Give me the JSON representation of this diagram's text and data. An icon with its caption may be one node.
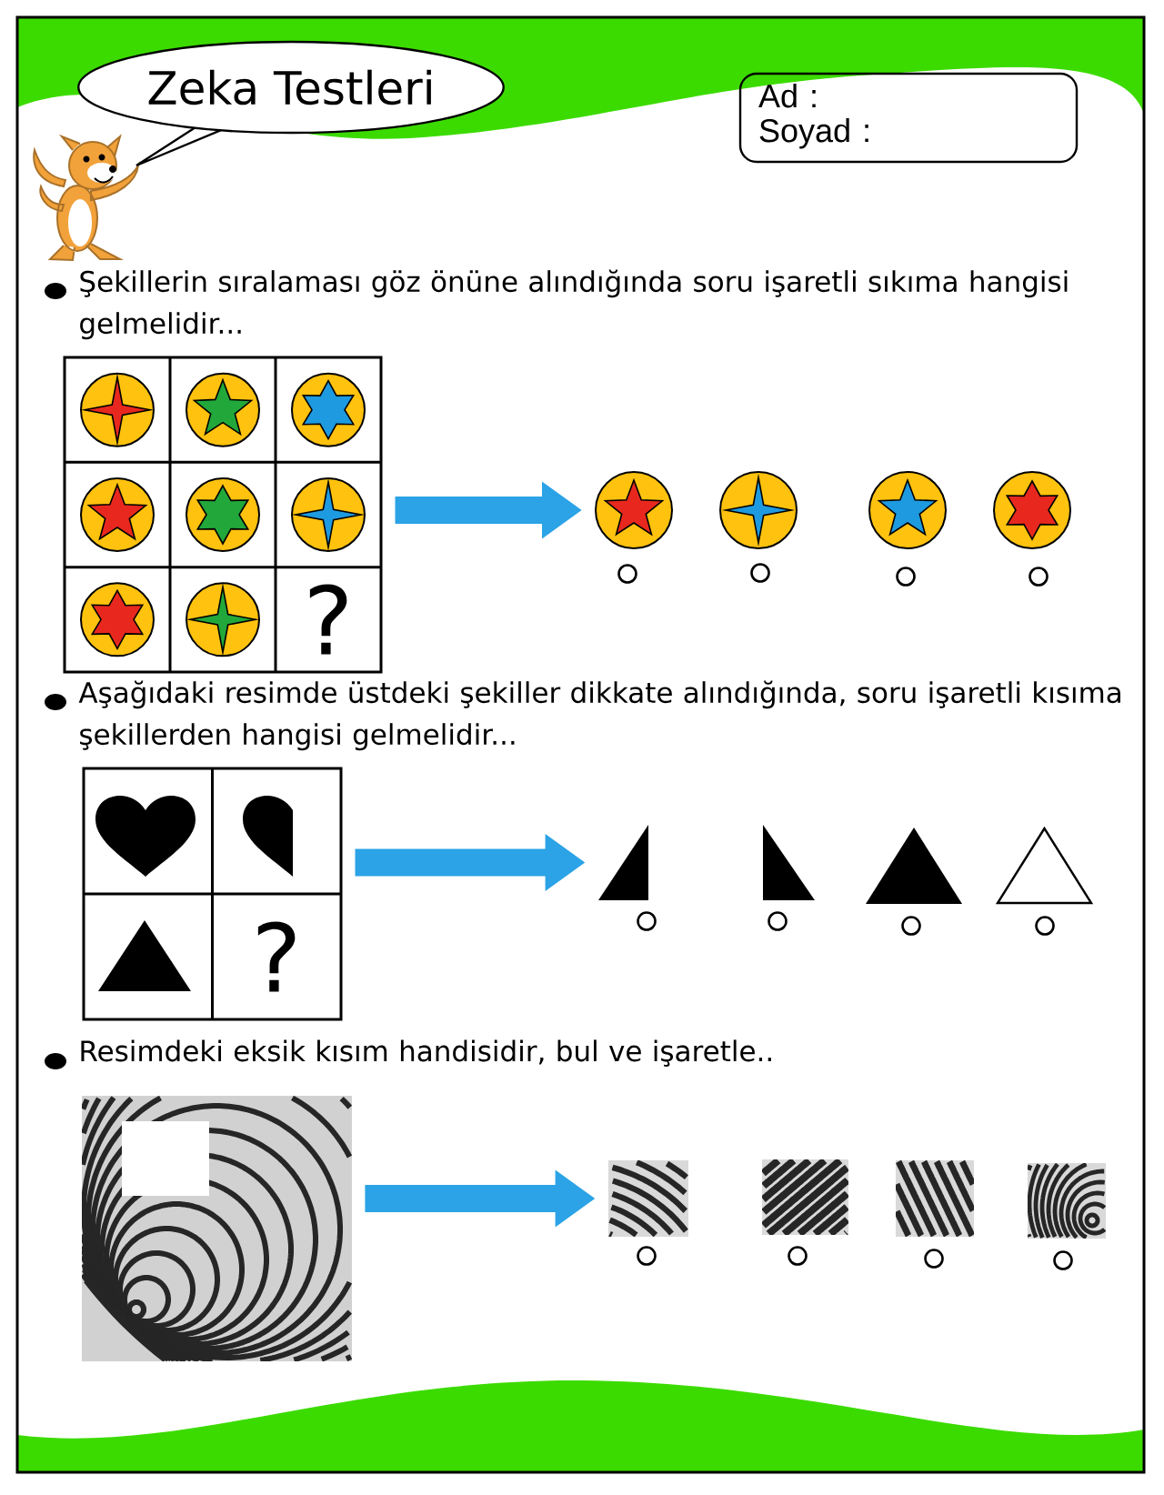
{
  "diagram": {
    "nodes": [
      {
        "text": [
          "Zeka Testleri"
        ]
      },
      {
        "text": [
          "Ad :",
          "Soyad :"
        ]
      },
      {
        "text": [],
        "shape": "box"
      },
      {
        "text": [],
        "shape": "circle",
        "in": 2
      },
      {
        "text": [],
        "shape": "circle",
        "in": 2
      },
      {
        "text": [],
        "shape": "circle",
        "in": 2
      },
      {
        "text": [],
        "shape": "circle",
        "in": 2
      },
      {
        "text": [],
        "shape": "circle",
        "in": 2
      },
      {
        "text": [],
        "shape": "circle",
        "in": 2
      },
      {
        "text": [],
        "shape": "circle",
        "in": 2
      },
      {
        "text": [],
        "shape": "circle",
        "in": 2
      },
      {
        "text": [
          "?"
        ],
        "in": 2
      },
      {
        "text": [],
        "shape": "circle"
      },
      {
        "text": [],
        "shape": "circle"
      },
      {
        "text": [],
        "shape": "circle"
      },
      {
        "text": [],
        "shape": "circle"
      },
      {
        "text": [],
        "shape": "box"
      },
      {
        "text": [
          "?"
        ],
        "in": 16
      },
      {
        "text": [],
        "shape": "picture"
      },
      {
        "text": [],
        "shape": "picture"
      },
      {
        "text": [],
        "shape": "picture"
      },
      {
        "text": [],
        "shape": "picture"
      },
      {
        "text": [],
        "shape": "picture"
      },
      {
        "text": [],
        "shape": "picture"
      },
      {
        "text": [],
        "shape": "picture"
      },
      {
        "text": [],
        "shape": "picture"
      },
      {
        "text": [],
        "shape": "picture"
      }
    ],
    "edges": [
      {
        "from": 2,
        "to": 12,
        "arrow": "to"
      },
      {
        "from": 16,
        "to": 18,
        "arrow": "to"
      },
      {
        "from": 22,
        "to": 23,
        "arrow": "to"
      }
    ],
    "labels": [
      "Şekillerin sıralaması göz önüne alındığında soru işaretli sıkıma hangisi gelmelidir...",
      "Aşağıdaki resimde üstdeki şekiller dikkate alındığında, soru işaretli kısıma şekillerden hangisi gelmelidir...",
      "Resimdeki eksik kısım handisidir, bul ve işaretle.."
    ]
  }
}
